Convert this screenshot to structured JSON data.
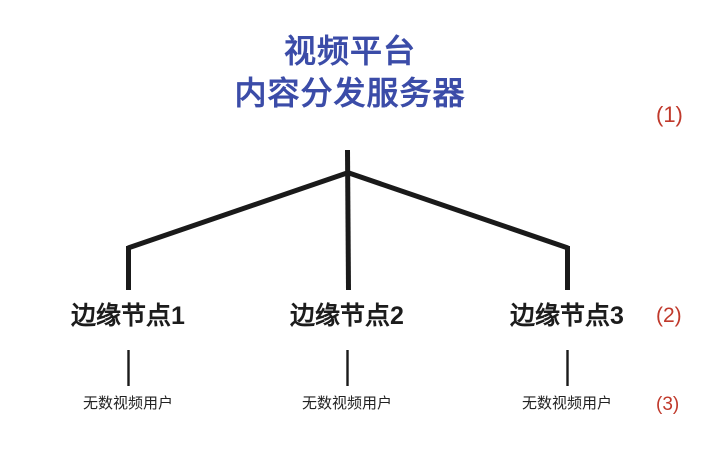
{
  "diagram": {
    "title": {
      "line1": "视频平台",
      "line2": "内容分发服务器",
      "color": "#3b4ca8"
    },
    "nodes": [
      {
        "label": "边缘节点1"
      },
      {
        "label": "边缘节点2"
      },
      {
        "label": "边缘节点3"
      }
    ],
    "users": [
      {
        "label": "无数视频用户"
      },
      {
        "label": "无数视频用户"
      },
      {
        "label": "无数视频用户"
      }
    ],
    "markers": [
      {
        "label": "(1)"
      },
      {
        "label": "(2)"
      },
      {
        "label": "(3)"
      }
    ],
    "colors": {
      "background": "#ffffff",
      "title": "#3b4ca8",
      "marker": "#c0392b",
      "line": "#1a1a1a",
      "node_text": "#1c1c1c",
      "user_text": "#222222"
    }
  }
}
